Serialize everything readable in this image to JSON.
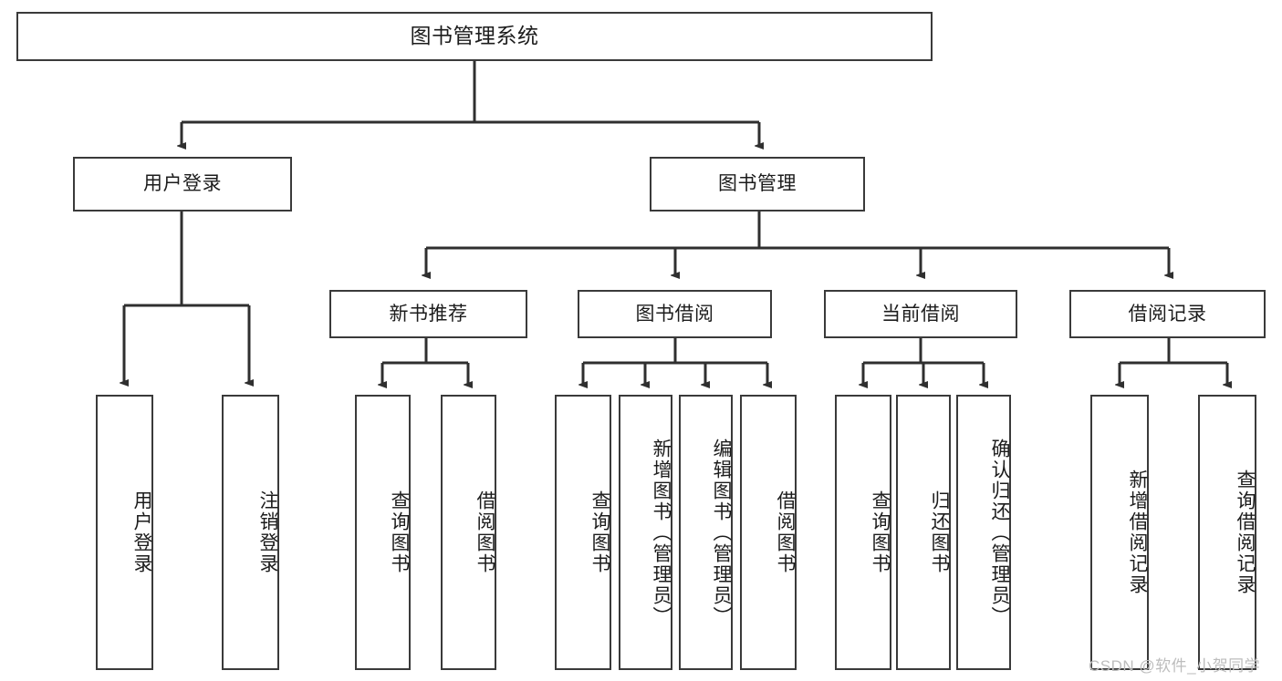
{
  "diagram": {
    "type": "tree",
    "title": "图书管理系统",
    "root": {
      "label": "图书管理系统"
    },
    "level1": [
      {
        "label": "用户登录"
      },
      {
        "label": "图书管理"
      }
    ],
    "level2": [
      {
        "label": "新书推荐"
      },
      {
        "label": "图书借阅"
      },
      {
        "label": "当前借阅"
      },
      {
        "label": "借阅记录"
      }
    ],
    "leaves": {
      "user_login": [
        {
          "label": "用户登录"
        },
        {
          "label": "注销登录"
        }
      ],
      "new_book_recommend": [
        {
          "label": "查询图书"
        },
        {
          "label": "借阅图书"
        }
      ],
      "book_borrow": [
        {
          "label": "查询图书"
        },
        {
          "label": "新增图书（管理员）"
        },
        {
          "label": "编辑图书（管理员）"
        },
        {
          "label": "借阅图书"
        }
      ],
      "current_borrow": [
        {
          "label": "查询图书"
        },
        {
          "label": "归还图书"
        },
        {
          "label": "确认归还（管理员）"
        }
      ],
      "borrow_record": [
        {
          "label": "新增借阅记录"
        },
        {
          "label": "查询借阅记录"
        }
      ]
    }
  },
  "watermark": {
    "text": "CSDN @软件_小贺同学"
  },
  "colors": {
    "border": "#3a3a3a",
    "background": "#ffffff",
    "text": "#1c1c1c",
    "watermark": "#bdbdbd"
  }
}
